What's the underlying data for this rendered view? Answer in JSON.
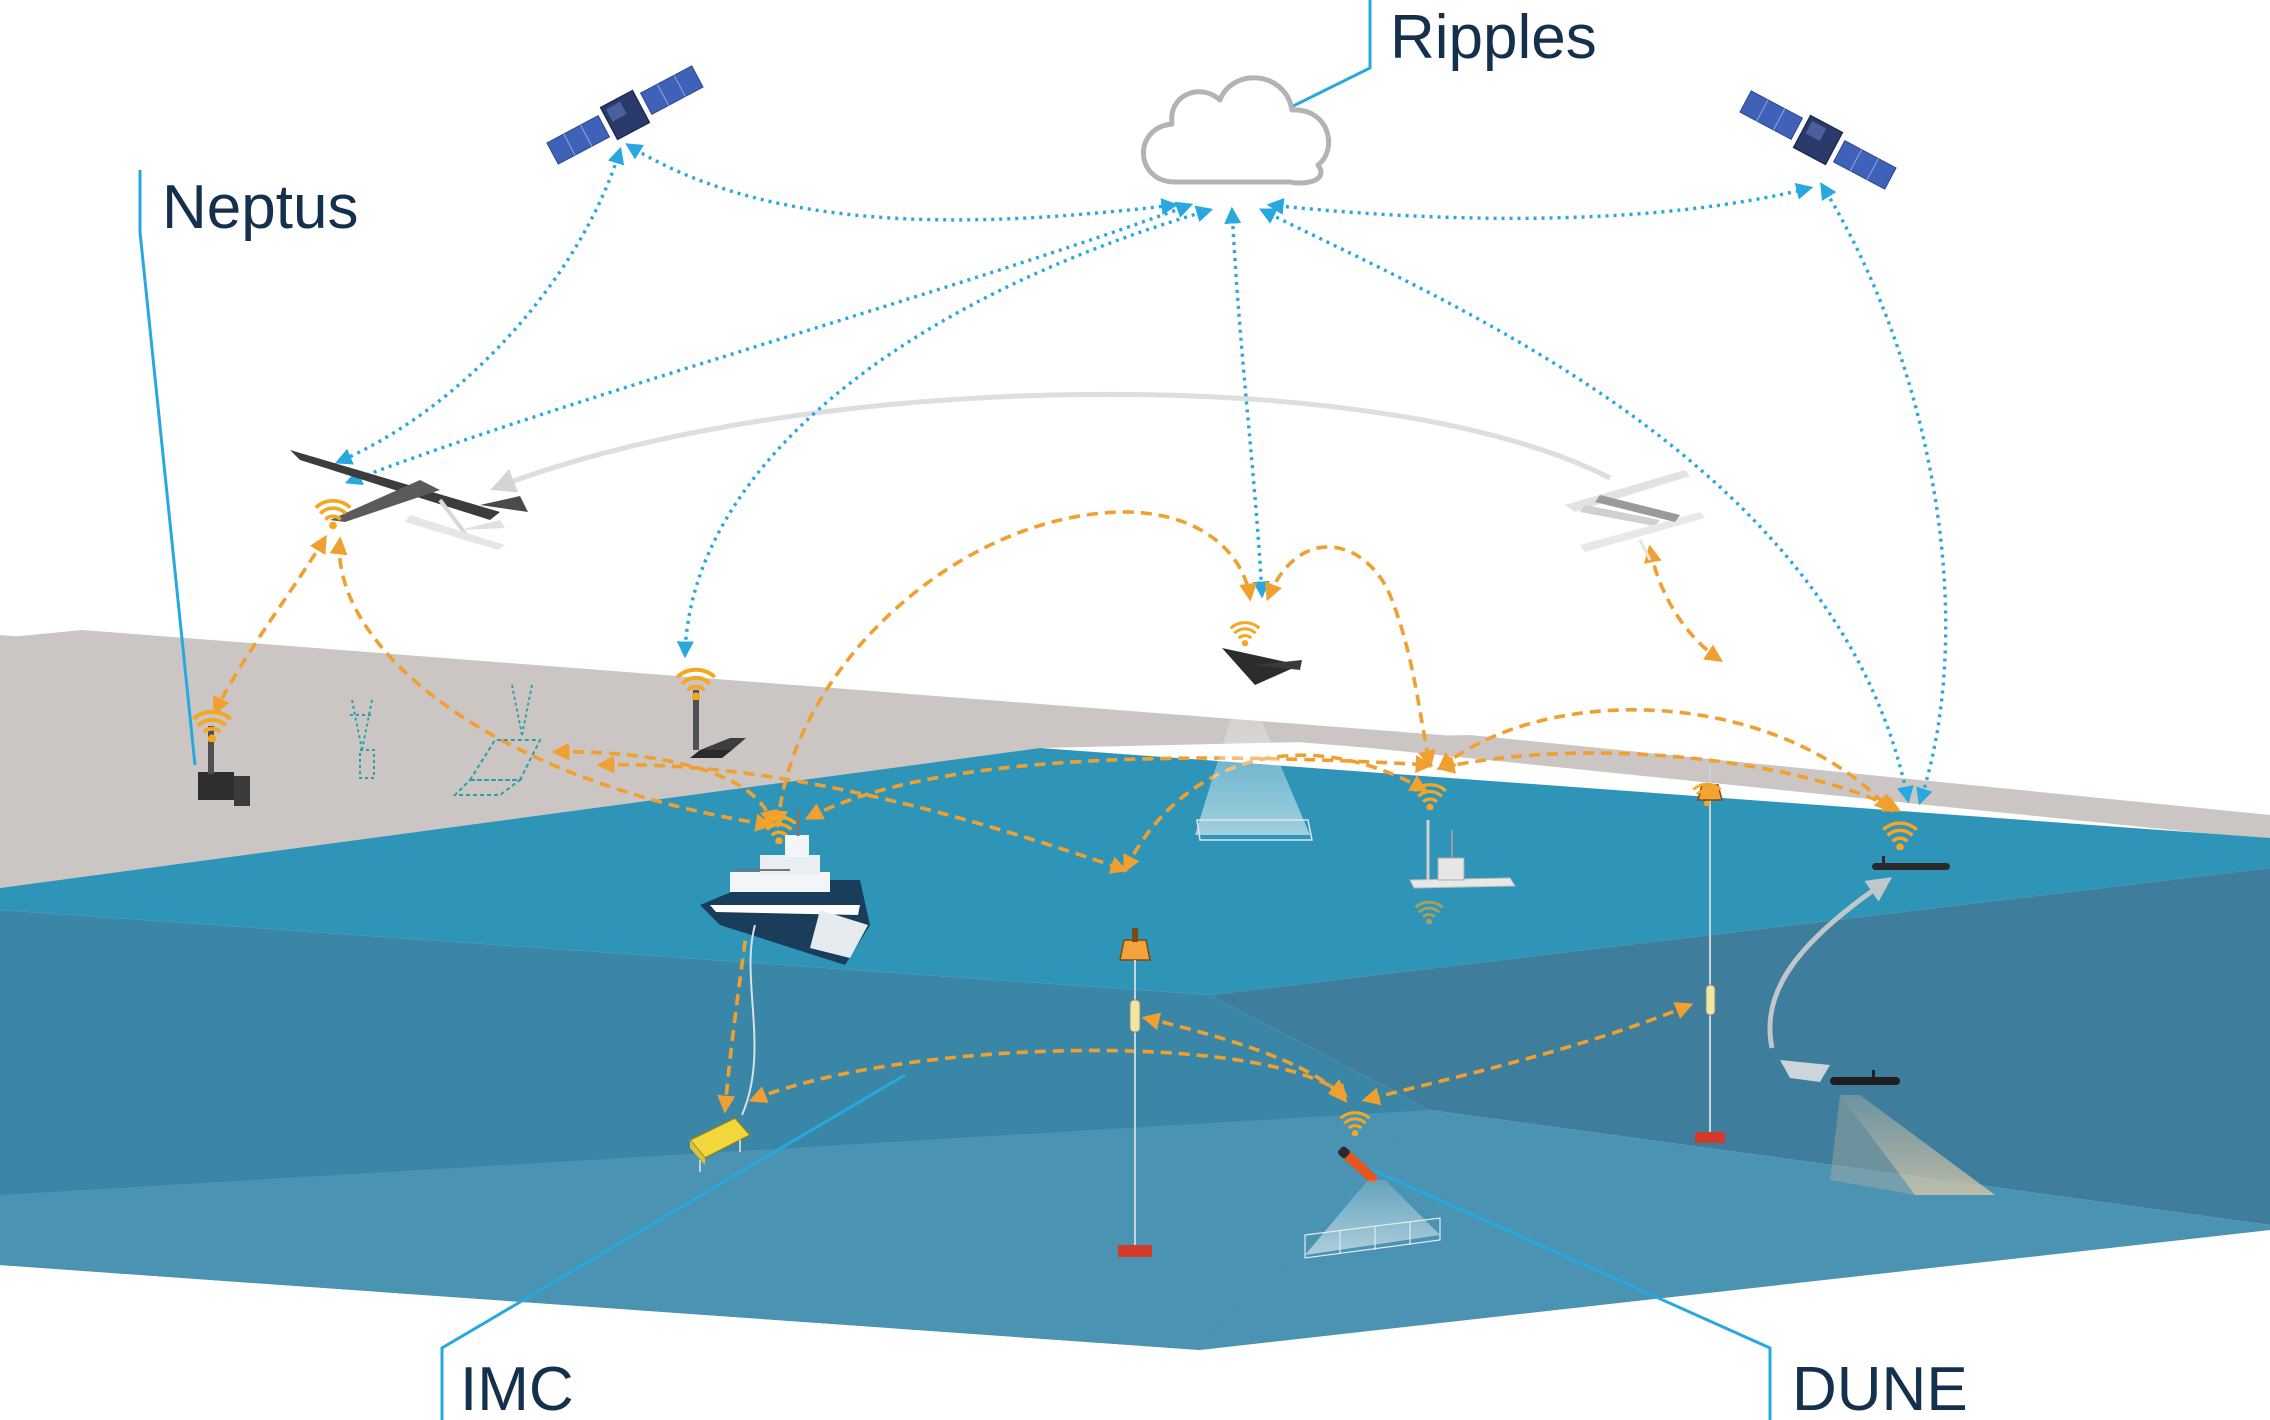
{
  "labels": {
    "ripples": "Ripples",
    "neptus": "Neptus",
    "imc": "IMC",
    "dune": "DUNE"
  },
  "colors": {
    "sky": "#ffffff",
    "land": "#cbc6c3",
    "sea_surface": "#2f95b8",
    "sea_body": "#3a86a6",
    "sea_bottom": "#4a93b2",
    "satellite_link": "#27a8df",
    "acoustic_radio_link": "#f0a030",
    "callout_line": "#27a8df",
    "label_text": "#14304d",
    "transition_arrow": "#d9d9d9",
    "buoy": "#f2a33a",
    "anchor": "#d23a2a"
  },
  "icons": [
    "satellite-icon",
    "cloud-icon",
    "uav-icon",
    "ground-station-icon",
    "laptop-icon",
    "ship-icon",
    "buoy-icon",
    "usv-icon",
    "auv-icon",
    "benthic-lander-icon",
    "wifi-icon"
  ]
}
